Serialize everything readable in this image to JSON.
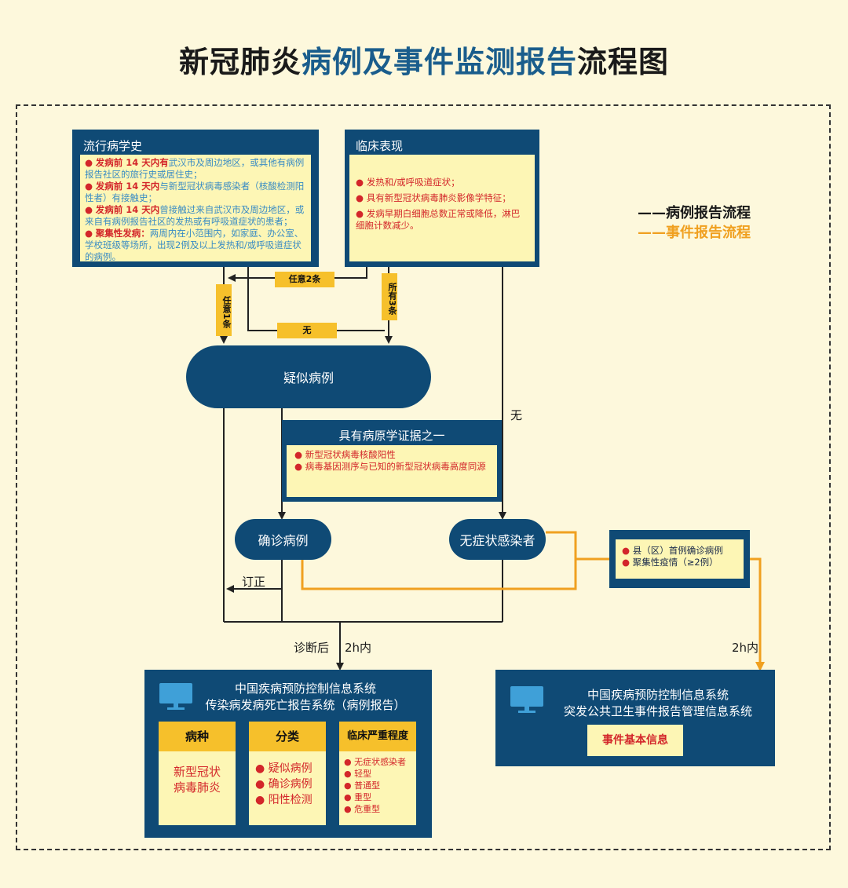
{
  "title": {
    "part1": "新冠肺炎",
    "part2": "病例及事件监测报告",
    "part3": "流程图"
  },
  "legend": {
    "case": "——病例报告流程",
    "event": "——事件报告流程"
  },
  "epi": {
    "header": "流行病学史",
    "items": [
      {
        "red": "发病前 14 天内有",
        "blue": "武汉市及周边地区，或其他有病例报告社区的旅行史或居住史；"
      },
      {
        "red": "发病前 14 天内",
        "blue": "与新型冠状病毒感染者（核酸检测阳性者）有接触史；"
      },
      {
        "red": "发病前 14 天内",
        "blue": "曾接触过来自武汉市及周边地区，或来自有病例报告社区的发热或有呼吸道症状的患者；"
      },
      {
        "red": "聚集性发病：",
        "blue": "两周内在小范围内，如家庭、办公室、学校班级等场所，出现2例及以上发热和/或呼吸道症状的病例。"
      }
    ]
  },
  "clinical": {
    "header": "临床表现",
    "items": [
      "发热和/或呼吸道症状；",
      "具有新型冠状病毒肺炎影像学特征；",
      "发病早期白细胞总数正常或降低，淋巴细胞计数减少。"
    ]
  },
  "tags": {
    "any2": "任意2条",
    "any1": "任意1条",
    "all3": "所有3条",
    "none": "无"
  },
  "suspected": "疑似病例",
  "none_label": "无",
  "pathogen": {
    "header": "具有病原学证据之一",
    "items": [
      "新型冠状病毒核酸阳性",
      "病毒基因测序与已知的新型冠状病毒高度同源"
    ]
  },
  "confirmed": "确诊病例",
  "asymptomatic": "无症状感染者",
  "event_criteria": [
    "县（区）首例确诊病例",
    "聚集性疫情（≥2例）"
  ],
  "correct": "订正",
  "after_diag": "诊断后",
  "within_2h": "2h内",
  "within_2h_event": "2h内",
  "sys1": {
    "line1": "中国疾病预防控制信息系统",
    "line2": "传染病发病死亡报告系统（病例报告）",
    "col1": {
      "header": "病种",
      "body": "新型冠状病毒肺炎"
    },
    "col2": {
      "header": "分类",
      "items": [
        "疑似病例",
        "确诊病例",
        "阳性检测"
      ]
    },
    "col3": {
      "header": "临床严重程度",
      "items": [
        "无症状感染者",
        "轻型",
        "普通型",
        "重型",
        "危重型"
      ]
    }
  },
  "sys2": {
    "line1": "中国疾病预防控制信息系统",
    "line2": "突发公共卫生事件报告管理信息系统",
    "basic": "事件基本信息"
  },
  "colors": {
    "navy": "#0f4a75",
    "yellow": "#f6c02b",
    "light_yellow": "#fdf6b5",
    "orange": "#f0a020",
    "red": "#d3262a",
    "blue": "#1a5d8c",
    "background": "#fdf8dc"
  },
  "icons": [
    "monitor-icon",
    "arrow-icon"
  ]
}
